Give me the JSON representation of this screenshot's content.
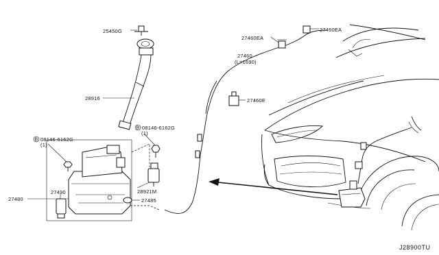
{
  "labels": {
    "p25450g": "25450G",
    "p27460ea_left": "27460EA",
    "p27460ea_right": "27460EA",
    "p27460": "27460",
    "p27460_len": "(L=1690)",
    "p27460e": "27460E",
    "p28916": "28916",
    "bolt_upper": "08146-6162G",
    "bolt_upper_qty": "(1)",
    "bolt_upper_mark": "B",
    "bolt_left": "08146-6162G",
    "bolt_left_qty": "(1)",
    "bolt_left_mark": "B",
    "p27490": "27490",
    "p27480": "27480",
    "p28921m": "28921M",
    "p27485": "27485"
  },
  "diagram_ref": "J28900TU"
}
